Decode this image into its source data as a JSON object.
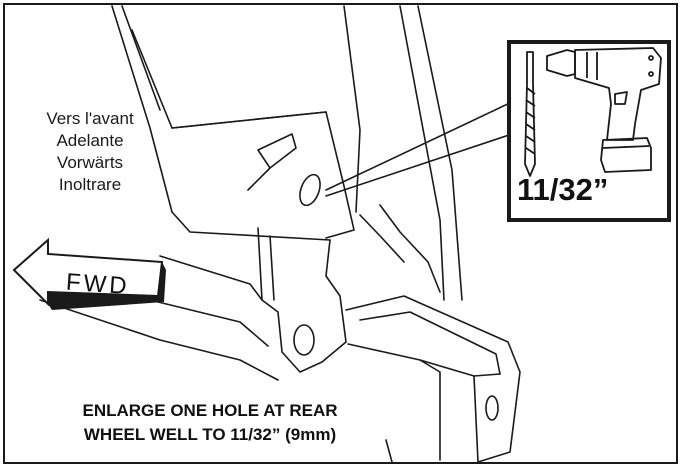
{
  "direction_labels": {
    "french": "Vers l'avant",
    "spanish": "Adelante",
    "german": "Vorwärts",
    "italian": "Inoltrare"
  },
  "arrow_label": "FWD",
  "drill_size": "11/32”",
  "caption": {
    "line1": "ENLARGE ONE HOLE AT REAR",
    "line2": "WHEEL WELL TO 11/32” (9mm)"
  },
  "colors": {
    "line": "#1a1a1a",
    "background": "#ffffff"
  },
  "icons": [
    "drill-icon",
    "drill-bit-icon",
    "forward-arrow-icon"
  ]
}
